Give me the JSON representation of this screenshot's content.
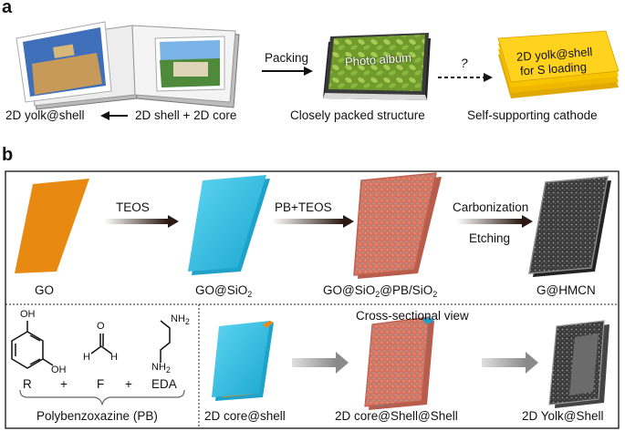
{
  "panel_a": {
    "letter": "a",
    "labels": {
      "yolk_shell": "2D yolk@shell",
      "shell_core": "2D shell + 2D core",
      "packing": "Packing",
      "photo_album": "Photo album",
      "question": "?",
      "closely_packed": "Closely packed structure",
      "yolk_box_line1": "2D yolk@shell",
      "yolk_box_line2": "for S loading",
      "cathode": "Self-supporting cathode"
    }
  },
  "panel_b": {
    "letter": "b",
    "steps": {
      "teos": "TEOS",
      "pb_teos": "PB+TEOS",
      "carbonization": "Carbonization",
      "etching": "Etching"
    },
    "products": {
      "go": "GO",
      "go_sio2": "GO@SiO",
      "go_sio2_sub": "2",
      "go_sio2_pb_a": "GO@SiO",
      "go_sio2_pb_sub1": "2",
      "go_sio2_pb_b": "@PB/SiO",
      "go_sio2_pb_sub2": "2",
      "g_hmcn": "G@HMCN"
    },
    "reagents": {
      "oh_top": "OH",
      "oh_bottom": "OH",
      "o": "O",
      "h1": "H",
      "h2": "H",
      "nh2_top": "NH",
      "nh2_top_sub": "2",
      "nh2_bottom": "NH",
      "nh2_bottom_sub": "2",
      "r": "R",
      "plus1": "+",
      "f": "F",
      "plus2": "+",
      "eda": "EDA",
      "pb": "Polybenzoxazine (PB)"
    },
    "cross_section": {
      "title": "Cross-sectional view",
      "core_shell": "2D core@shell",
      "core_shell_shell": "2D core@Shell@Shell",
      "yolk_shell": "2D Yolk@Shell"
    },
    "colors": {
      "go": "#e88a12",
      "sio2": "#2bb8dc",
      "pb": "#d97766",
      "carbon": "#555555"
    }
  }
}
